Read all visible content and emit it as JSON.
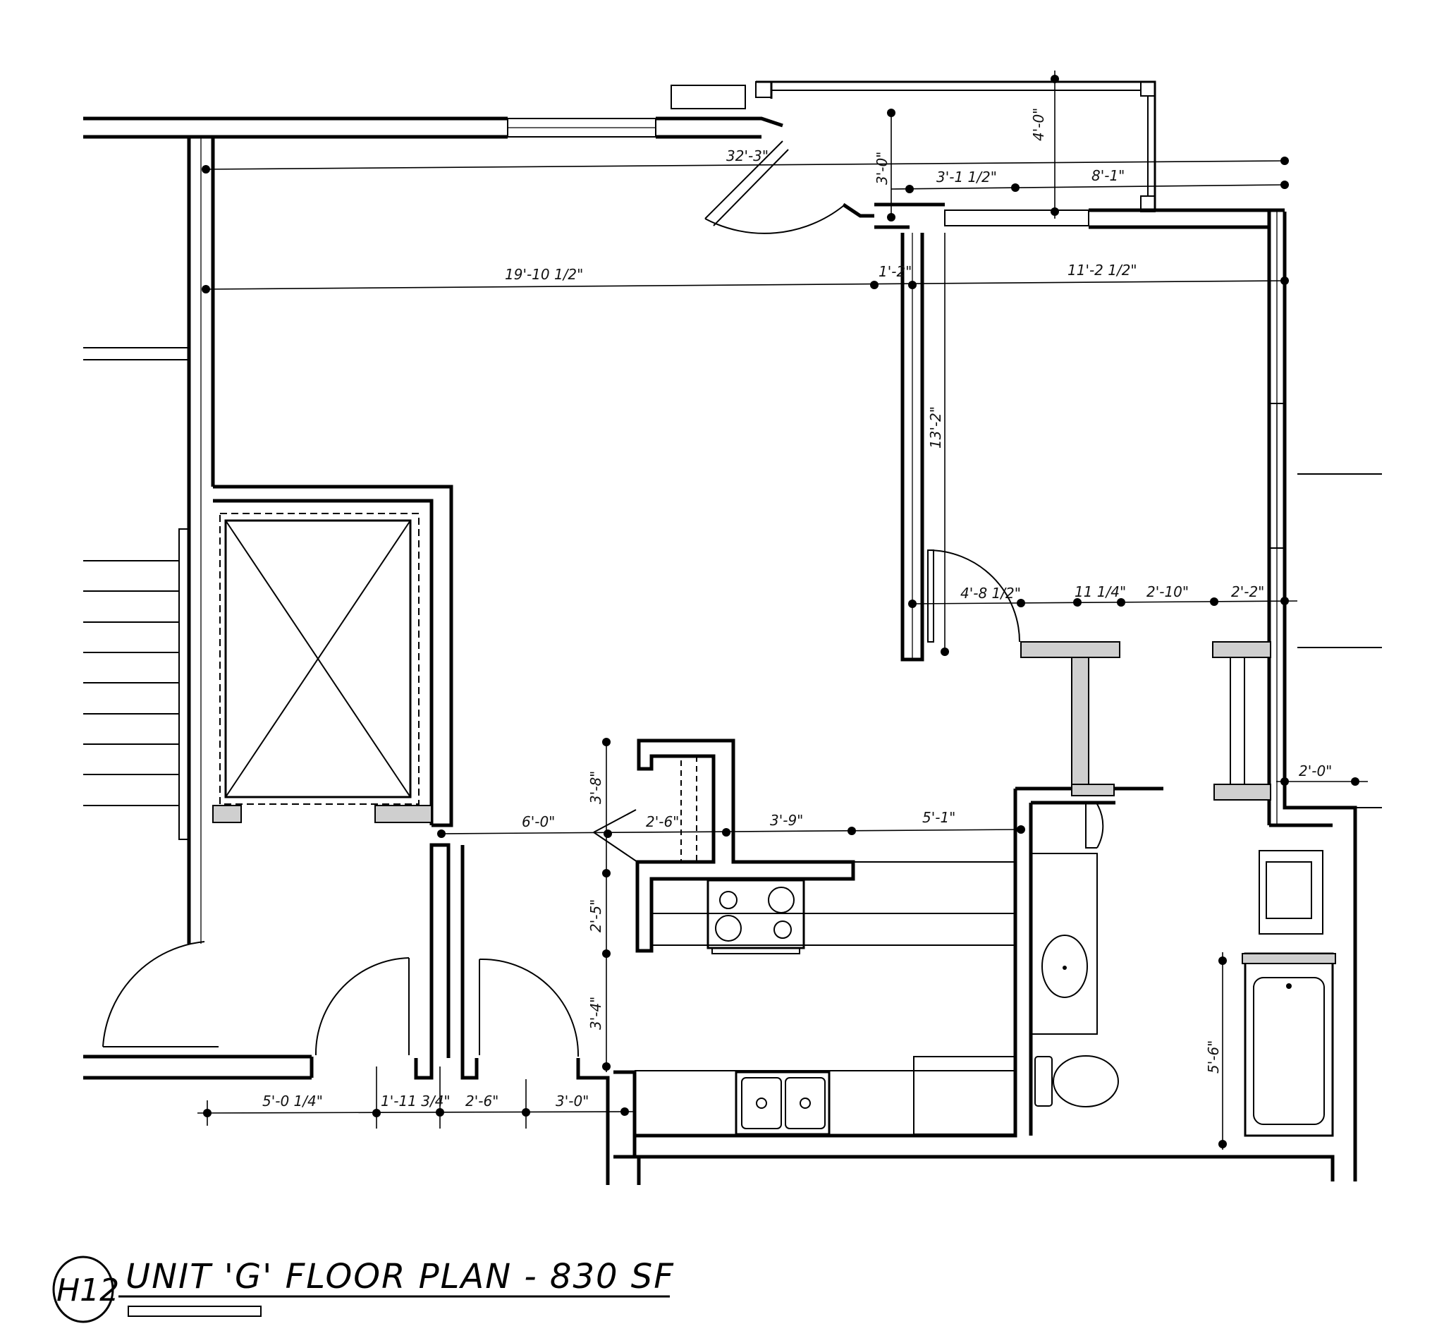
{
  "title": {
    "sheet_id": "H12",
    "text": "UNIT 'G' FLOOR PLAN - 830 SF"
  },
  "dimensions": {
    "overall_width": "32'-3\"",
    "balcony_depth": "4'-0\"",
    "balcony_door_offset": "3'-0\"",
    "balcony_seg_1": "3'-1 1/2\"",
    "balcony_seg_2": "8'-1\"",
    "living_width": "19'-10 1/2\"",
    "wall_gap": "1'-2\"",
    "bedroom_width": "11'-2 1/2\"",
    "bedroom_depth": "13'-2\"",
    "bed_door_1": "4'-8 1/2\"",
    "bed_door_2": "11 1/4\"",
    "bed_door_3": "2'-10\"",
    "bed_door_4": "2'-2\"",
    "bath_wall": "2'-0\"",
    "kitchen_depth_top": "3'-8\"",
    "kitchen_seg_1": "6'-0\"",
    "kitchen_seg_2": "2'-6\"",
    "kitchen_seg_3": "3'-9\"",
    "kitchen_seg_4": "5'-1\"",
    "kitchen_depth_mid": "2'-5\"",
    "kitchen_depth_bot": "3'-4\"",
    "bath_depth": "5'-6\"",
    "entry_seg_1": "5'-0 1/4\"",
    "entry_seg_2": "1'-11 3/4\"",
    "entry_seg_3": "2'-6\"",
    "entry_seg_4": "3'-0\""
  }
}
